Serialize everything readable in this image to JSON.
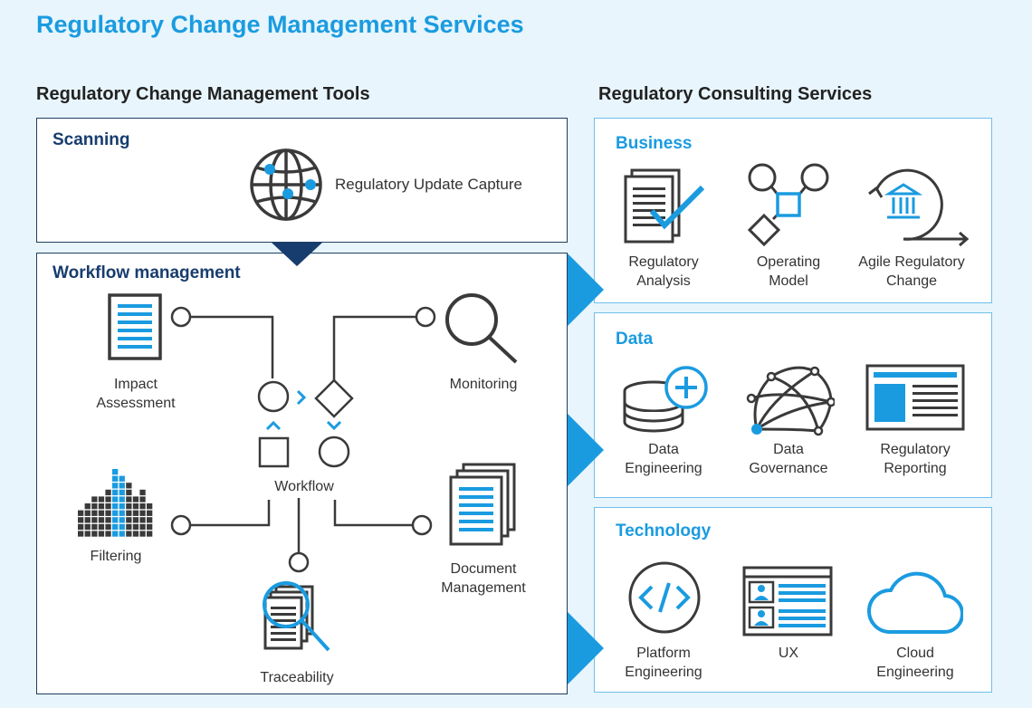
{
  "title": "Regulatory Change Management Services",
  "tools": {
    "heading": "Regulatory Change Management Tools",
    "scanning": {
      "heading": "Scanning",
      "item": "Regulatory Update Capture"
    },
    "workflow": {
      "heading": "Workflow management",
      "center": "Workflow",
      "impact": [
        "Impact",
        "Assessment"
      ],
      "monitoring": "Monitoring",
      "filtering": "Filtering",
      "document": [
        "Document",
        "Management"
      ],
      "traceability": "Traceability"
    }
  },
  "consulting": {
    "heading": "Regulatory Consulting Services",
    "business": {
      "heading": "Business",
      "items": [
        [
          "Regulatory",
          "Analysis"
        ],
        [
          "Operating",
          "Model"
        ],
        [
          "Agile Regulatory",
          "Change"
        ]
      ]
    },
    "data": {
      "heading": "Data",
      "items": [
        [
          "Data",
          "Engineering"
        ],
        [
          "Data",
          "Governance"
        ],
        [
          "Regulatory",
          "Reporting"
        ]
      ]
    },
    "technology": {
      "heading": "Technology",
      "items": [
        [
          "Platform",
          "Engineering"
        ],
        [
          "UX"
        ],
        [
          "Cloud",
          "Engineering"
        ]
      ]
    }
  },
  "colors": {
    "background": "#e8f5fc",
    "title_blue": "#1a9be0",
    "dark_navy": "#173d6e",
    "icon_gray": "#3a3a3a",
    "accent": "#1a9be0"
  }
}
